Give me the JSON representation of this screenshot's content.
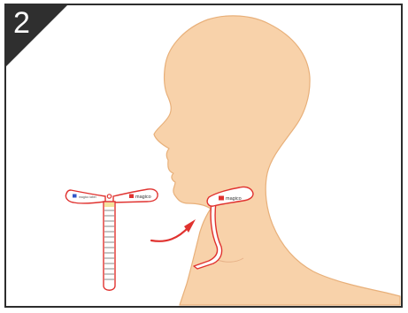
{
  "step": {
    "number": "2"
  },
  "colors": {
    "frame": "#2d2d2d",
    "badge": "#2f2f2f",
    "head_fill": "#f8d2aa",
    "head_stroke": "#e8b07a",
    "accent_red": "#e0322f",
    "tag_fill": "#ffffff",
    "tag_text": "#333333",
    "blue_mark": "#3056c9"
  },
  "labels": {
    "brand_short": "magico",
    "brand_small": "magico",
    "left_wing_text": "magico label"
  }
}
